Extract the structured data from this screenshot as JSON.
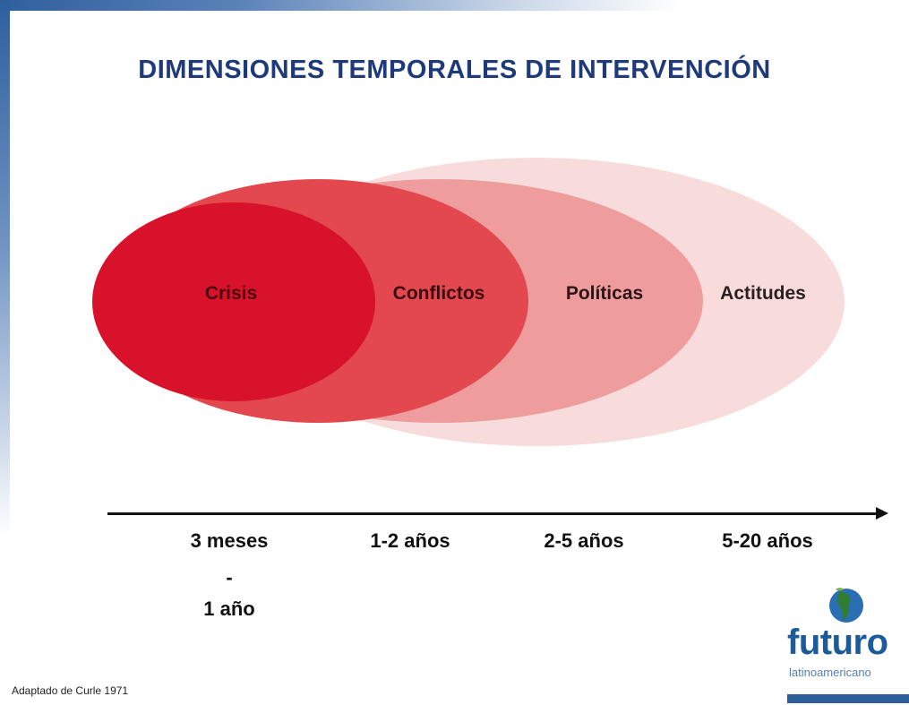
{
  "title": "DIMENSIONES  TEMPORALES DE INTERVENCIÓN",
  "ellipses": {
    "crisis": "Crisis",
    "conflictos": "Conflictos",
    "politicas": "Políticas",
    "actitudes": "Actitudes"
  },
  "colors": {
    "crisis": "#d8122a",
    "conflictos": "#e2484d",
    "politicas": "#ef9c9d",
    "actitudes": "#f8dcdc",
    "title": "#1f3a7a"
  },
  "timeline": {
    "t1": "3 meses",
    "t1_dash": "-",
    "t1_line2": "1 año",
    "t2": "1-2 años",
    "t3": "2-5 años",
    "t4": "5-20 años"
  },
  "source": "Adaptado  de Curle 1971",
  "logo": {
    "name": "futuro",
    "subtitle": "latinoamericano"
  }
}
